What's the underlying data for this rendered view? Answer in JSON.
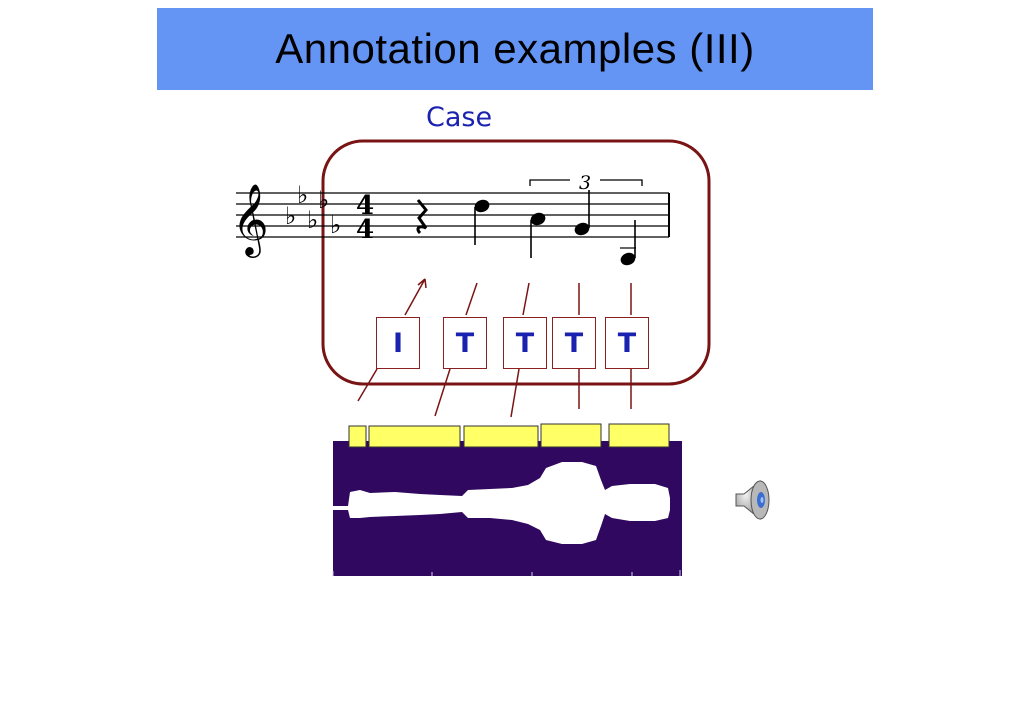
{
  "slide": {
    "title": "Annotation examples (III)"
  },
  "diagram": {
    "case_label": "Case",
    "time_signature": {
      "top": "4",
      "bottom": "4"
    },
    "tuplet_label": "3",
    "annotations": [
      "I",
      "T",
      "T",
      "T",
      "T"
    ]
  },
  "colors": {
    "title_bar": "#6495f5",
    "label_blue": "#1a22b0",
    "outline_dark_red": "#7a1414",
    "waveform_background": "#300860",
    "segment_yellow": "#ffff66"
  },
  "icons": {
    "audio": "speaker-icon"
  }
}
